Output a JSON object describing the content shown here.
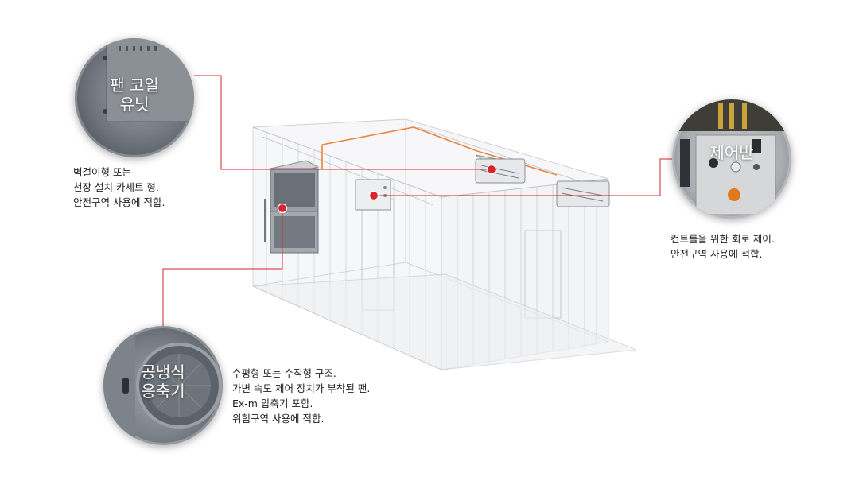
{
  "callouts": {
    "fan_coil": {
      "title_lines": [
        "팬 코일",
        "유닛"
      ],
      "desc_lines": [
        "벽걸이형 또는",
        "천장 설치 카세트 형.",
        "안전구역 사용에 적합."
      ]
    },
    "control_panel": {
      "title_lines": [
        "제어반"
      ],
      "desc_lines": [
        "컨트롤을 위한 회로 제어.",
        "안전구역 사용에 적합."
      ]
    },
    "air_cooled_condenser": {
      "title_lines": [
        "공냉식",
        "응축기"
      ],
      "desc_lines": [
        "수평형 또는 수직형 구조.",
        "가변 속도 제어 장치가 부착된 팬.",
        "Ex-m 압축기 포함.",
        "위험구역 사용에 적합."
      ]
    }
  },
  "colors": {
    "leader_line": "#d9252c",
    "marker": "#d9252c",
    "pipe": "#e8843c",
    "container_line": "#b8bcc2"
  },
  "icons": [
    "fan-coil-unit-photo",
    "control-panel-photo",
    "condenser-photo",
    "container-diagram"
  ]
}
